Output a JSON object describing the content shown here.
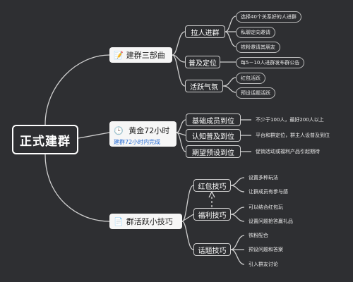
{
  "root": "正式建群",
  "main_nodes": {
    "a": {
      "icon": "note-icon",
      "label": "建群三部曲"
    },
    "b": {
      "icon": "clock-icon",
      "label": "黄金72小时",
      "note": "建群72小时内完成"
    },
    "c": {
      "icon": "doc-icon",
      "label": "群活跃小技巧"
    }
  },
  "a_subs": {
    "s1": {
      "label": "拉人进群",
      "leaves": [
        "选择40个关系好的人进群",
        "私聊定向邀请",
        "铁粉邀请其朋友"
      ]
    },
    "s2": {
      "label": "普及定位",
      "leaves": [
        "每5－10人进群发布群公告"
      ]
    },
    "s3": {
      "label": "活跃气氛",
      "leaves": [
        "红包活跃",
        "预设话题活跃"
      ]
    }
  },
  "b_subs": {
    "s1": {
      "label": "基础成员到位",
      "leaf": "不少于100人，最好200人以上"
    },
    "s2": {
      "label": "认知普及到位",
      "leaf": "平台和群定位，群主人设普及到位"
    },
    "s3": {
      "label": "期望预设到位",
      "leaf": "促销活动或福利产品引起期待"
    }
  },
  "c_subs": {
    "s1": {
      "label": "红包技巧",
      "leaves": [
        "设置多种玩法",
        "让群成员有参与感"
      ]
    },
    "s2": {
      "label": "福利技巧",
      "leaves": [
        "可以结合红包玩",
        "设置问题抢答赢礼品"
      ]
    },
    "s3": {
      "label": "话题技巧",
      "leaves": [
        "铁粉配合",
        "预设问题和答案",
        "引入群友讨论"
      ]
    }
  },
  "colors": {
    "background": "#2e2f32",
    "line": "#cfcfcf",
    "note": "#2a6fd6"
  }
}
